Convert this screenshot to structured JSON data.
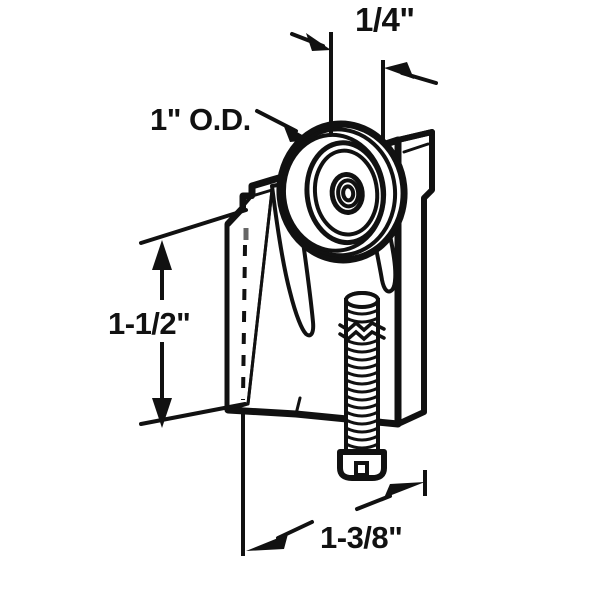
{
  "drawing": {
    "title": "Sliding Door Roller Assembly - Dimensioned Line Drawing",
    "type": "technical-line-drawing",
    "background_color": "#ffffff",
    "line_color": "#111111",
    "text_color": "#111111"
  },
  "dimensions": {
    "wheel_thickness": {
      "label": "1/4\"",
      "value": 0.25,
      "unit": "inch",
      "orientation": "horizontal",
      "position": "top",
      "arrow_style": "outside-pointing-in"
    },
    "wheel_diameter": {
      "label": "1\" O.D.",
      "value": 1.0,
      "unit": "inch",
      "orientation": "leader",
      "position": "upper-left",
      "arrow_style": "leader-arrow"
    },
    "bracket_height": {
      "label": "1-1/2\"",
      "value": 1.5,
      "unit": "inch",
      "orientation": "vertical",
      "position": "left",
      "arrow_style": "double-headed"
    },
    "bracket_width": {
      "label": "1-3/8\"",
      "value": 1.375,
      "unit": "inch",
      "orientation": "horizontal",
      "position": "bottom",
      "arrow_style": "outside-pointing-out"
    }
  },
  "parts": {
    "pulley_wheel": "grooved roller wheel",
    "bracket_housing": "sheet metal roller bracket",
    "adjustment_screw": "threaded adjustment screw",
    "screw_head": "slotted flange head",
    "break_symbol": "shaft break line"
  }
}
